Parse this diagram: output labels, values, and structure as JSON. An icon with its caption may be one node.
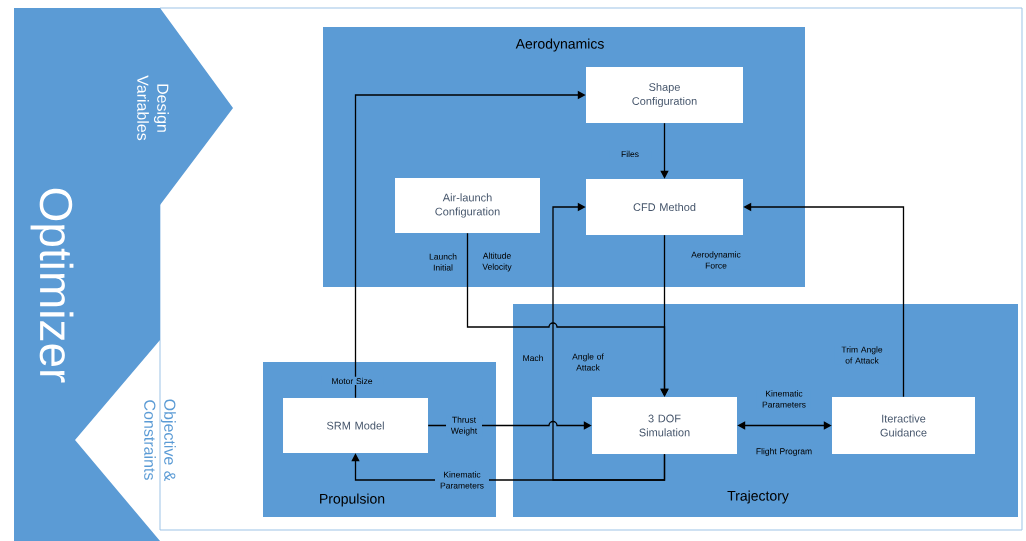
{
  "diagram": {
    "nodes": [
      {
        "text": [
          "Optimizer",
          "Design Variables",
          "Objective & Constraints"
        ]
      },
      {
        "text": [
          "Aerodynamics"
        ]
      },
      {
        "text": [
          "Shape Configuration"
        ],
        "in": 1
      },
      {
        "text": [
          "Air-launch Configuration"
        ],
        "in": 1
      },
      {
        "text": [
          "CFD Method"
        ],
        "in": 1
      },
      {
        "text": [
          "Propulsion"
        ]
      },
      {
        "text": [
          "SRM Model"
        ],
        "in": 5
      },
      {
        "text": [
          "Trajectory"
        ]
      },
      {
        "text": [
          "3 DOF Simulation"
        ],
        "in": 7
      },
      {
        "text": [
          "Iteractive Guidance"
        ],
        "in": 7
      }
    ],
    "edges": [
      {
        "from": 6,
        "to": 2,
        "arrow": "to",
        "label": "Motor Size"
      },
      {
        "from": 2,
        "to": 4,
        "arrow": "to",
        "label": "Files"
      },
      {
        "from": 4,
        "to": 8,
        "arrow": "to",
        "label": "Aerodynamic Force"
      },
      {
        "from": 3,
        "to": 8,
        "arrow": "to"
      },
      {
        "from": 6,
        "to": 8,
        "arrow": "to",
        "label": "Thrust Weight"
      },
      {
        "from": 8,
        "to": 6,
        "arrow": "to",
        "label": "Kinematic Parameters"
      },
      {
        "from": 8,
        "to": 4,
        "arrow": "to",
        "label": "Mach"
      },
      {
        "from": 9,
        "to": 4,
        "arrow": "to",
        "label": "Trim Angle of Attack"
      },
      {
        "from": 8,
        "to": 9,
        "arrow": "both",
        "label": "Kinematic Parameters"
      }
    ],
    "labels": [
      "Launch Initial",
      "Altitude Velocity",
      "Angle of Attack",
      "Flight Program"
    ]
  }
}
